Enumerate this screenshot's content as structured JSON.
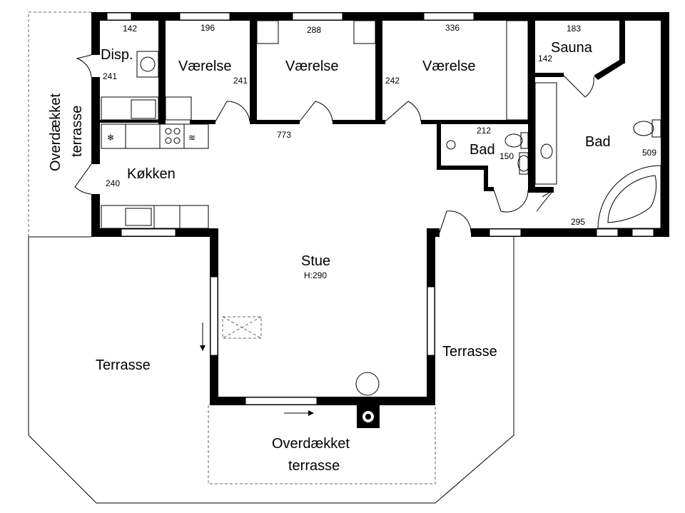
{
  "rooms": {
    "disp": "Disp.",
    "vaerelse1": "Værelse",
    "vaerelse2": "Værelse",
    "vaerelse3": "Værelse",
    "sauna": "Sauna",
    "bad_small": "Bad",
    "bad_large": "Bad",
    "kokken": "Køkken",
    "stue": "Stue",
    "stue_height": "H:290",
    "terrasse_left": "Terrasse",
    "terrasse_right": "Terrasse",
    "overdaekket_left_line1": "Overdækket",
    "overdaekket_left_line2": "terrasse",
    "overdaekket_bottom_line1": "Overdækket",
    "overdaekket_bottom_line2": "terrasse"
  },
  "dimensions": {
    "d142_top": "142",
    "d196": "196",
    "d288": "288",
    "d336": "336",
    "d183": "183",
    "d241_left": "241",
    "d241_right": "241",
    "d242": "242",
    "d142_sauna": "142",
    "d773": "773",
    "d212": "212",
    "d150": "150",
    "d509": "509",
    "d240": "240",
    "d295": "295"
  }
}
